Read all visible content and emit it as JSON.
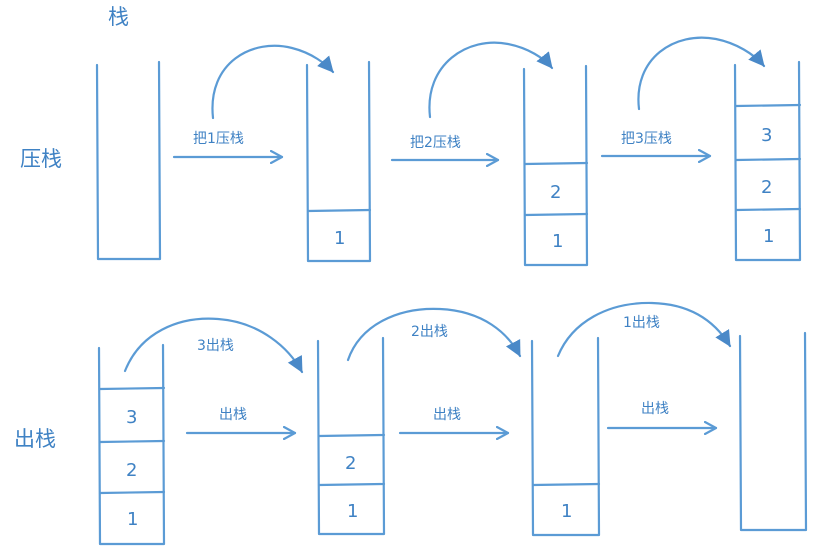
{
  "title": "栈",
  "rows": {
    "push": {
      "label": "压栈",
      "steps": [
        "把1压栈",
        "把2压栈",
        "把3压栈"
      ],
      "stacks": [
        [],
        [
          "1"
        ],
        [
          "1",
          "2"
        ],
        [
          "1",
          "2",
          "3"
        ]
      ]
    },
    "pop": {
      "label": "出栈",
      "steps": [
        "出栈",
        "出栈",
        "出栈"
      ],
      "curve_labels": [
        "3出栈",
        "2出栈",
        "1出栈"
      ],
      "stacks": [
        [
          "1",
          "2",
          "3"
        ],
        [
          "1",
          "2"
        ],
        [
          "1"
        ],
        []
      ]
    }
  }
}
